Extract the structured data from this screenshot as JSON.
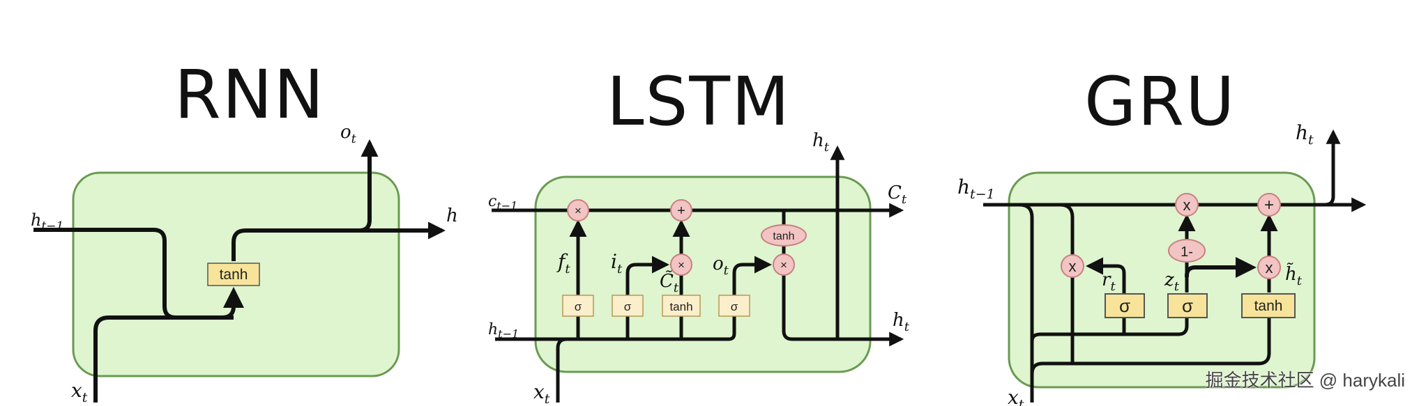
{
  "titles": {
    "rnn": "RNN",
    "lstm": "LSTM",
    "gru": "GRU"
  },
  "rnn": {
    "gate": "tanh",
    "h_prev": {
      "base": "h",
      "sub": "t−1"
    },
    "x": {
      "base": "x",
      "sub": "t"
    },
    "o": {
      "base": "o",
      "sub": "t"
    },
    "h": "h"
  },
  "lstm": {
    "c_prev": {
      "base": "c",
      "sub": "t−1"
    },
    "h_prev": {
      "base": "h",
      "sub": "t−1"
    },
    "c_out": {
      "base": "C",
      "sub": "t"
    },
    "h_top": {
      "base": "h",
      "sub": "t"
    },
    "h_right": {
      "base": "h",
      "sub": "t"
    },
    "x": {
      "base": "x",
      "sub": "t"
    },
    "f": {
      "base": "f",
      "sub": "t"
    },
    "i": {
      "base": "i",
      "sub": "t"
    },
    "c_tilde": {
      "base": "C̃",
      "sub": "t"
    },
    "o": {
      "base": "o",
      "sub": "t"
    },
    "sigma": "σ",
    "tanh": "tanh",
    "mul": "×",
    "add": "+"
  },
  "gru": {
    "h_prev": {
      "base": "h",
      "sub": "t−1"
    },
    "h_out": {
      "base": "h",
      "sub": "t"
    },
    "x": {
      "base": "x",
      "sub": "t"
    },
    "r": {
      "base": "r",
      "sub": "t"
    },
    "z": {
      "base": "z",
      "sub": "t"
    },
    "h_tilde": {
      "base": "h̃",
      "sub": "t"
    },
    "sigma": "σ",
    "tanh": "tanh",
    "one_minus": "1-",
    "mul": "x",
    "add": "+"
  },
  "colors": {
    "cell_fill": "#def5cf",
    "cell_stroke": "#6a9a52",
    "gate_yellow": "#f7e49a",
    "gate_cream": "#fbeecb",
    "op_pink": "#f2c4c4",
    "op_stroke": "#c98080",
    "line": "#111111"
  },
  "watermark": "掘金技术社区 @ harykali"
}
